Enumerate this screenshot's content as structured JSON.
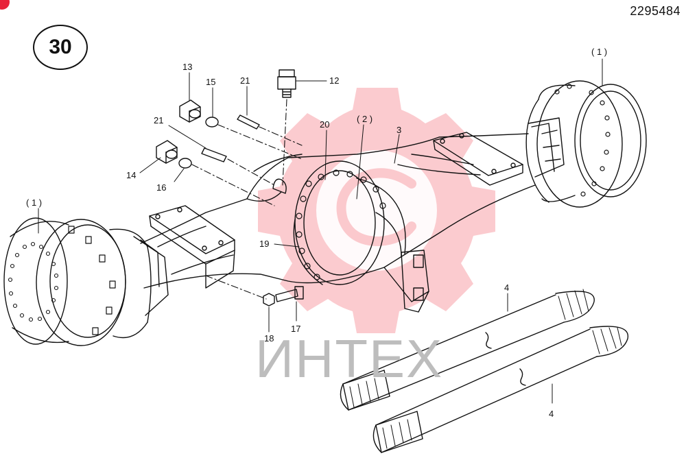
{
  "document": {
    "number": "2295484",
    "figure_number": "30"
  },
  "watermark": {
    "text": "ИНТЕХ",
    "color": "#f7a0a8",
    "text_color": "#bdbdbd"
  },
  "colors": {
    "line": "#111111",
    "badge": "#e8233a"
  },
  "callouts": [
    {
      "id": "c1-right",
      "label": "( 1 )"
    },
    {
      "id": "c1-left",
      "label": "( 1 )"
    },
    {
      "id": "c2",
      "label": "( 2 )"
    },
    {
      "id": "c3",
      "label": "3"
    },
    {
      "id": "c4-upper",
      "label": "4"
    },
    {
      "id": "c4-lower",
      "label": "4"
    },
    {
      "id": "c12",
      "label": "12"
    },
    {
      "id": "c13",
      "label": "13"
    },
    {
      "id": "c14",
      "label": "14"
    },
    {
      "id": "c15",
      "label": "15"
    },
    {
      "id": "c16",
      "label": "16"
    },
    {
      "id": "c17",
      "label": "17"
    },
    {
      "id": "c18",
      "label": "18"
    },
    {
      "id": "c19",
      "label": "19"
    },
    {
      "id": "c20",
      "label": "20"
    },
    {
      "id": "c21-upper",
      "label": "21"
    },
    {
      "id": "c21-lower",
      "label": "21"
    }
  ]
}
